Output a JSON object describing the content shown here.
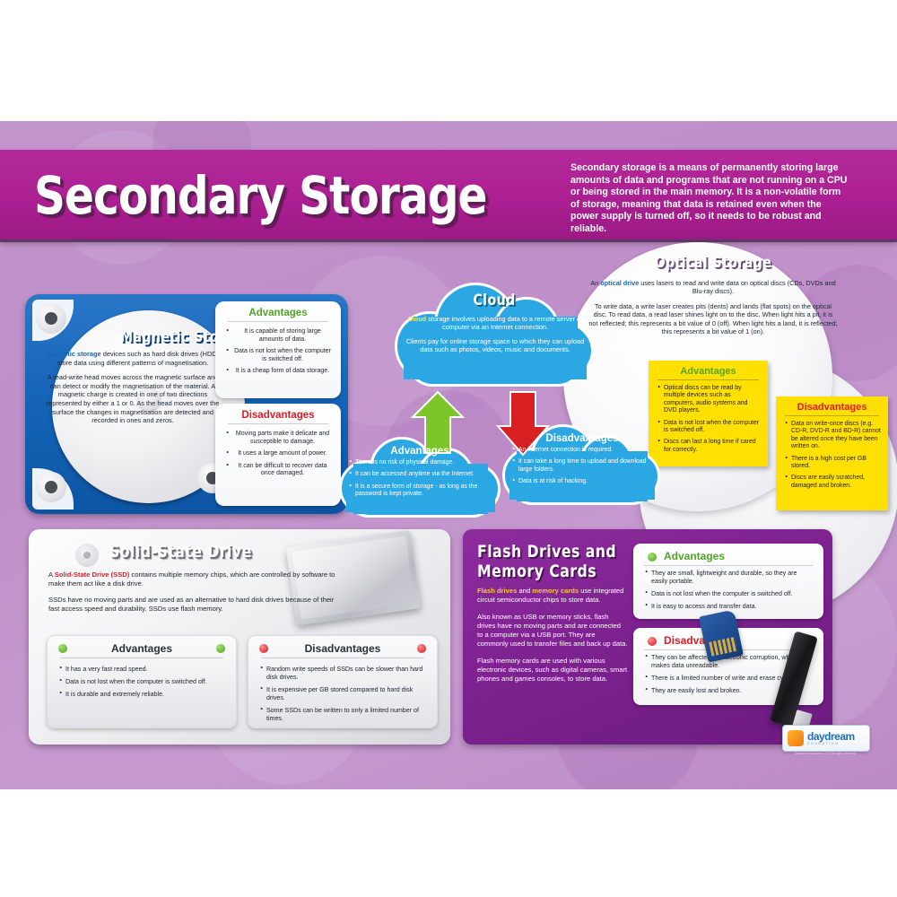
{
  "poster": {
    "title": "Secondary Storage",
    "intro": "Secondary storage is a means of permanently storing large amounts of data and programs that are not running on a CPU or being stored in the main memory. It is a non-volatile form of storage, meaning that data is retained even when the power supply is turned off, so it needs to be robust and reliable.",
    "colors": {
      "background": "#c295cd",
      "header_band": "#ab1f92",
      "magnetic_panel": "#1565b8",
      "cloud_panel": "#2ba8e4",
      "optical_note": "#ffe000",
      "flash_panel": "#7d2290",
      "advantages_green": "#4fa626",
      "disadvantages_red": "#e01b24",
      "arrow_green": "#7cc62a",
      "arrow_red": "#d81f22"
    }
  },
  "magnetic": {
    "title": "Magnetic Storage",
    "paragraphs": [
      "<b>Magnetic storage</b> devices such as hard disk drives (HDD) store data using different patterns of magnetisation.",
      "A read-write head moves across the magnetic surface and can detect or modify the magnetisation of the material. A magnetic charge is created in one of two directions represented by either a 1 or 0. As the head moves over the surface the changes in magnetisation are detected and recorded in ones and zeros."
    ],
    "advantages": {
      "heading": "Advantages",
      "items": [
        "It is capable of storing large amounts of data.",
        "Data is not lost when the computer is switched off.",
        "It is a cheap form of data storage."
      ]
    },
    "disadvantages": {
      "heading": "Disadvantages",
      "items": [
        "Moving parts make it delicate and susceptible to damage.",
        "It uses a large amount of power.",
        "It can be difficult to recover data once damaged."
      ]
    }
  },
  "cloud": {
    "title": "Cloud",
    "paragraphs": [
      "<b>Cloud</b> storage involves uploading data to a remote server or computer via an Internet connection.",
      "Clients pay for online storage space to which they can upload data such as photos, videos, music and documents."
    ],
    "advantages": {
      "heading": "Advantages",
      "items": [
        "There is no risk of physical damage.",
        "It can be accessed anytime via the Internet.",
        "It is a secure form of storage - as long as the password is kept private."
      ]
    },
    "disadvantages": {
      "heading": "Disadvantages",
      "items": [
        "An Internet connection is required.",
        "It can take a long time to upload and download large folders.",
        "Data is at risk of hacking."
      ]
    }
  },
  "optical": {
    "title": "Optical Storage",
    "paragraphs": [
      "An <b>optical drive</b> uses lasers to read and write data on optical discs (CDs, DVDs and Blu-ray discs).",
      "To write data, a write laser creates pits (dents) and lands (flat spots) on the optical disc. To read data, a read laser shines light on to the disc. When light hits a pit, it is not reflected; this represents a bit value of 0 (off). When light hits a land, it is reflected; this represents a bit value of 1 (on)."
    ],
    "advantages": {
      "heading": "Advantages",
      "items": [
        "Optical discs can be read by multiple devices such as computers, audio systems and DVD players.",
        "Data is not lost when the computer is switched off.",
        "Discs can last a long time if cared for correctly."
      ]
    },
    "disadvantages": {
      "heading": "Disadvantages",
      "items": [
        "Data on write-once discs (e.g. CD-R, DVD-R and BD-R) cannot be altered once they have been written on.",
        "There is a high cost per GB stored.",
        "Discs are easily scratched, damaged and broken."
      ]
    }
  },
  "ssd": {
    "title": "Solid-State Drive",
    "paragraphs": [
      "A <b>Solid-State Drive (SSD)</b> contains multiple memory chips, which are controlled by software to make them act like a disk drive.",
      "SSDs have no moving parts and are used as an alternative to hard disk drives because of their fast access speed and durability. SSDs use flash memory."
    ],
    "advantages": {
      "heading": "Advantages",
      "items": [
        "It has a very fast read speed.",
        "Data is not lost when the computer is switched off.",
        "It is durable and extremely reliable."
      ]
    },
    "disadvantages": {
      "heading": "Disadvantages",
      "items": [
        "Random write speeds of SSDs can be slower than hard disk drives.",
        "It is expensive per GB stored compared to hard disk drives.",
        "Some SSDs can be written to only a limited number of times."
      ]
    }
  },
  "flash": {
    "title": "Flash Drives and Memory Cards",
    "paragraphs": [
      "<b>Flash drives</b> and <b>memory cards</b> use integrated circuit semiconductor chips to store data.",
      "Also known as USB or memory sticks, flash drives have no moving parts and are connected to a computer via a USB port. They are commonly used to transfer files and back up data.",
      "Flash memory cards are used with various electronic devices, such as digital cameras, smart phones and games consoles, to store data."
    ],
    "advantages": {
      "heading": "Advantages",
      "items": [
        "They are small, lightweight and durable, so they are easily portable.",
        "Data is not lost when the computer is switched off.",
        "It is easy to access and transfer data."
      ]
    },
    "disadvantages": {
      "heading": "Disadvantages",
      "items": [
        "They can be affected by electronic corruption, which makes data unreadable.",
        "There is a limited number of write and erase cycles.",
        "They are easily lost and broken."
      ]
    }
  },
  "branding": {
    "logo_text": "daydream",
    "logo_sub": "EDUCATION",
    "copyright": "Daydream Education 2017 All rights reserved"
  }
}
